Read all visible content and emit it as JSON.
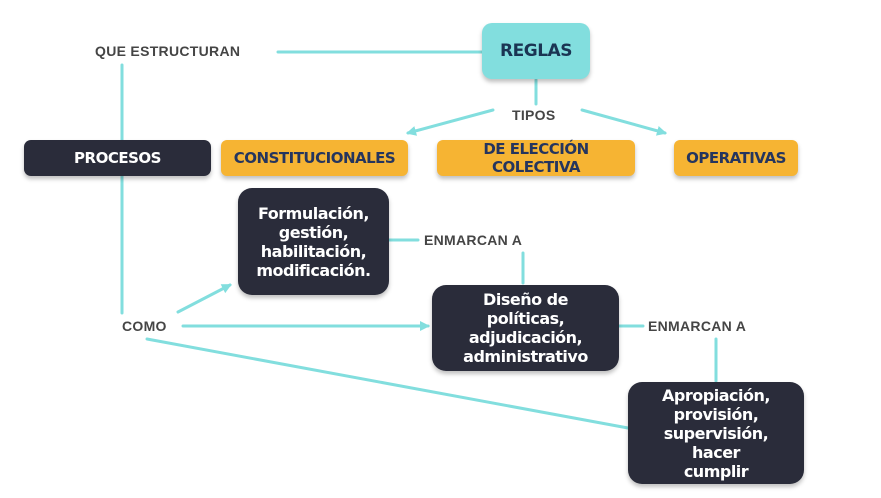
{
  "colors": {
    "line": "#82dede",
    "teal_node": "#82dede",
    "navy_node": "#2a2c3a",
    "amber_node": "#f6b433",
    "dark_node": "#2a2c3a"
  },
  "nodes": {
    "reglas": "REGLAS",
    "procesos": "PROCESOS",
    "constitucionales": "CONSTITUCIONALES",
    "eleccion_colectiva": "DE ELECCIÓN COLECTIVA",
    "operativas": "OPERATIVAS",
    "formulacion": "Formulación,\ngestión,\nhabilitación,\nmodificación.",
    "diseno": "Diseño de políticas,\nadjudicación,\nadministrativo",
    "apropiacion": "Apropiación,\nprovisión,\nsupervisión, hacer\ncumplir"
  },
  "labels": {
    "que_estructuran": "QUE ESTRUCTURAN",
    "tipos": "TIPOS",
    "enmarcan_a_1": "ENMARCAN A",
    "enmarcan_a_2": "ENMARCAN A",
    "como": "COMO"
  }
}
